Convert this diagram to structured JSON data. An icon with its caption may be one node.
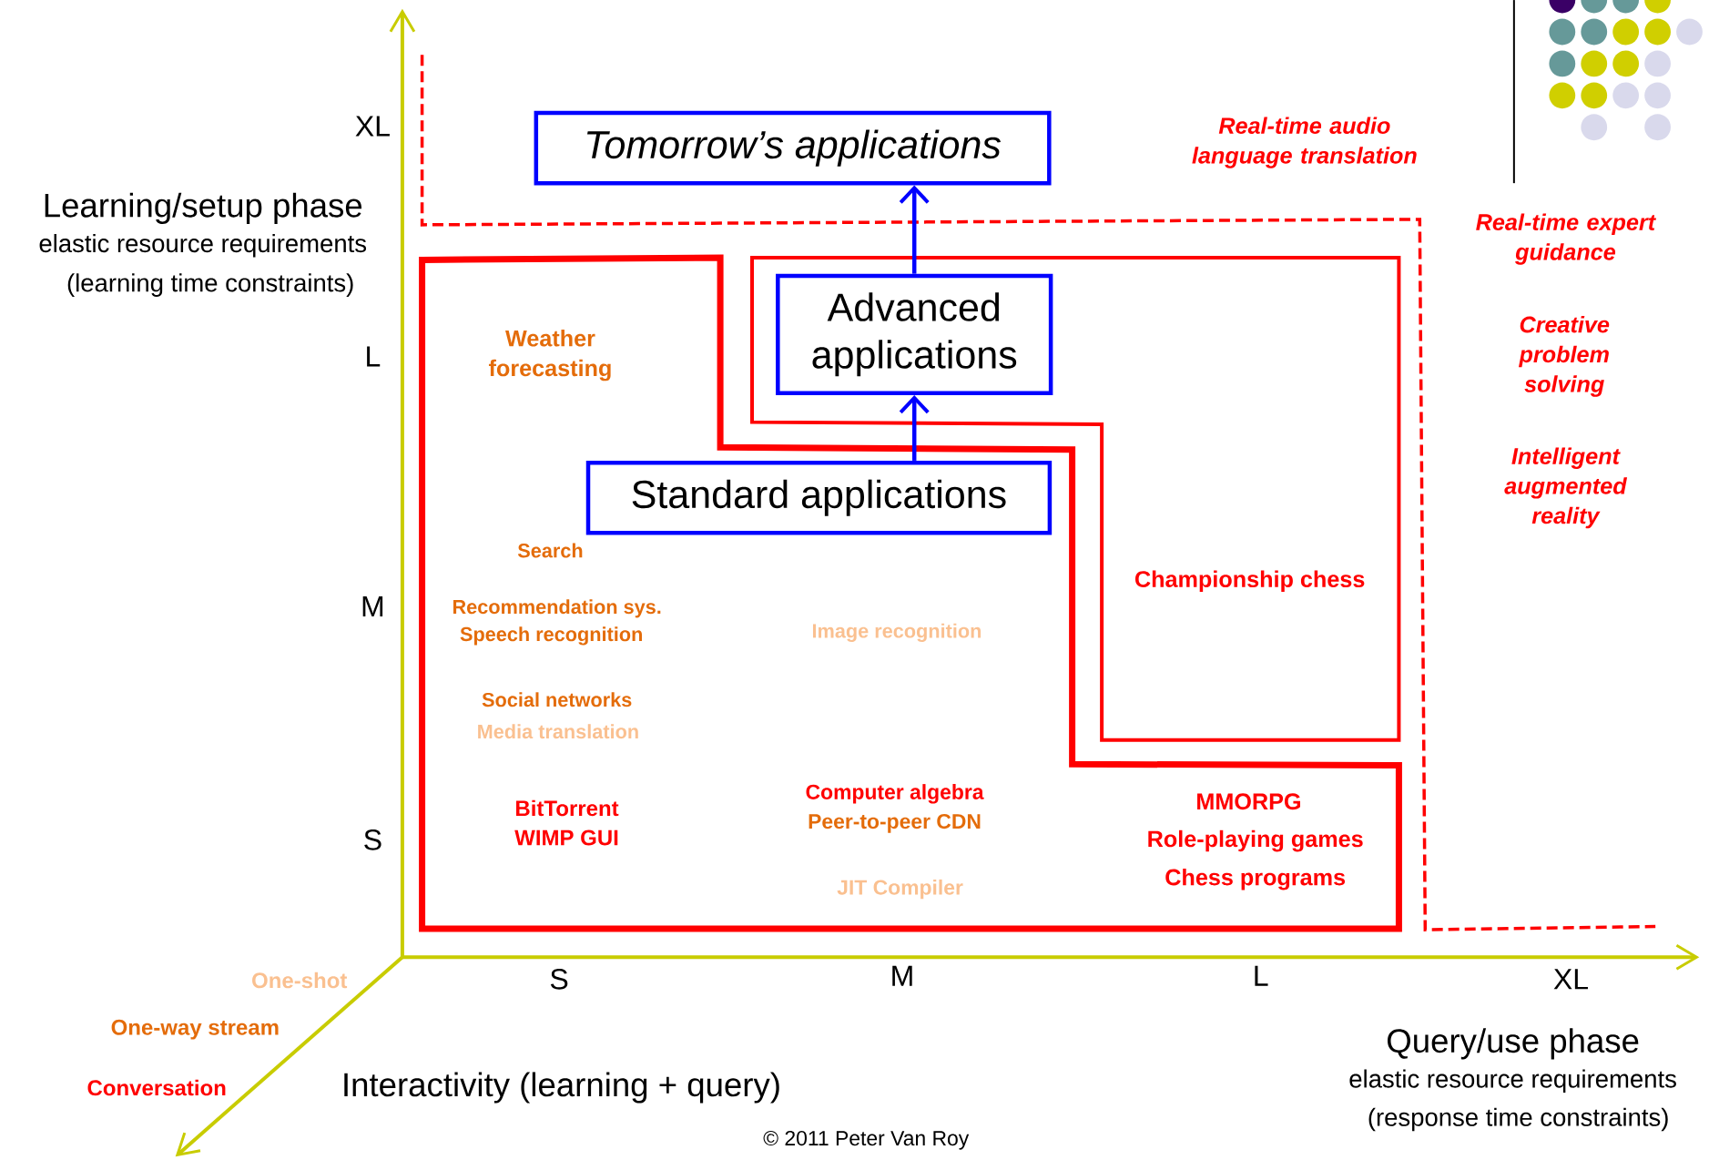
{
  "diagram": {
    "nodes": [
      {
        "text": [
          "Tomorrow’s applications"
        ]
      },
      {
        "text": [
          "Advanced applications"
        ]
      },
      {
        "text": [
          "Standard applications"
        ]
      }
    ],
    "edges": [
      {
        "from": 2,
        "to": 1,
        "arrow": "to"
      },
      {
        "from": 1,
        "to": 0,
        "arrow": "to"
      }
    ],
    "labels": [
      "XL",
      "Real-time audio language translation",
      "Learning/setup phase",
      "elastic resource requirements",
      "(learning time constraints)",
      "Real-time expert guidance",
      "Creative problem solving",
      "Weather forecasting",
      "L",
      "Intelligent augmented reality",
      "Search",
      "Championship chess",
      "Recommendation sys.",
      "M",
      "Image recognition",
      "Speech recognition",
      "Social networks",
      "Media translation",
      "Computer algebra",
      "MMORPG",
      "BitTorrent",
      "Peer-to-peer CDN",
      "WIMP GUI",
      "S",
      "Role-playing games",
      "Chess programs",
      "JIT Compiler",
      "S",
      "M",
      "L",
      "XL",
      "One-shot",
      "One-way stream",
      "Query/use phase",
      "elastic resource requirements",
      "Interactivity (learning + query)",
      "Conversation",
      "(response time constraints)",
      "© 2011 Peter Van Roy"
    ]
  }
}
